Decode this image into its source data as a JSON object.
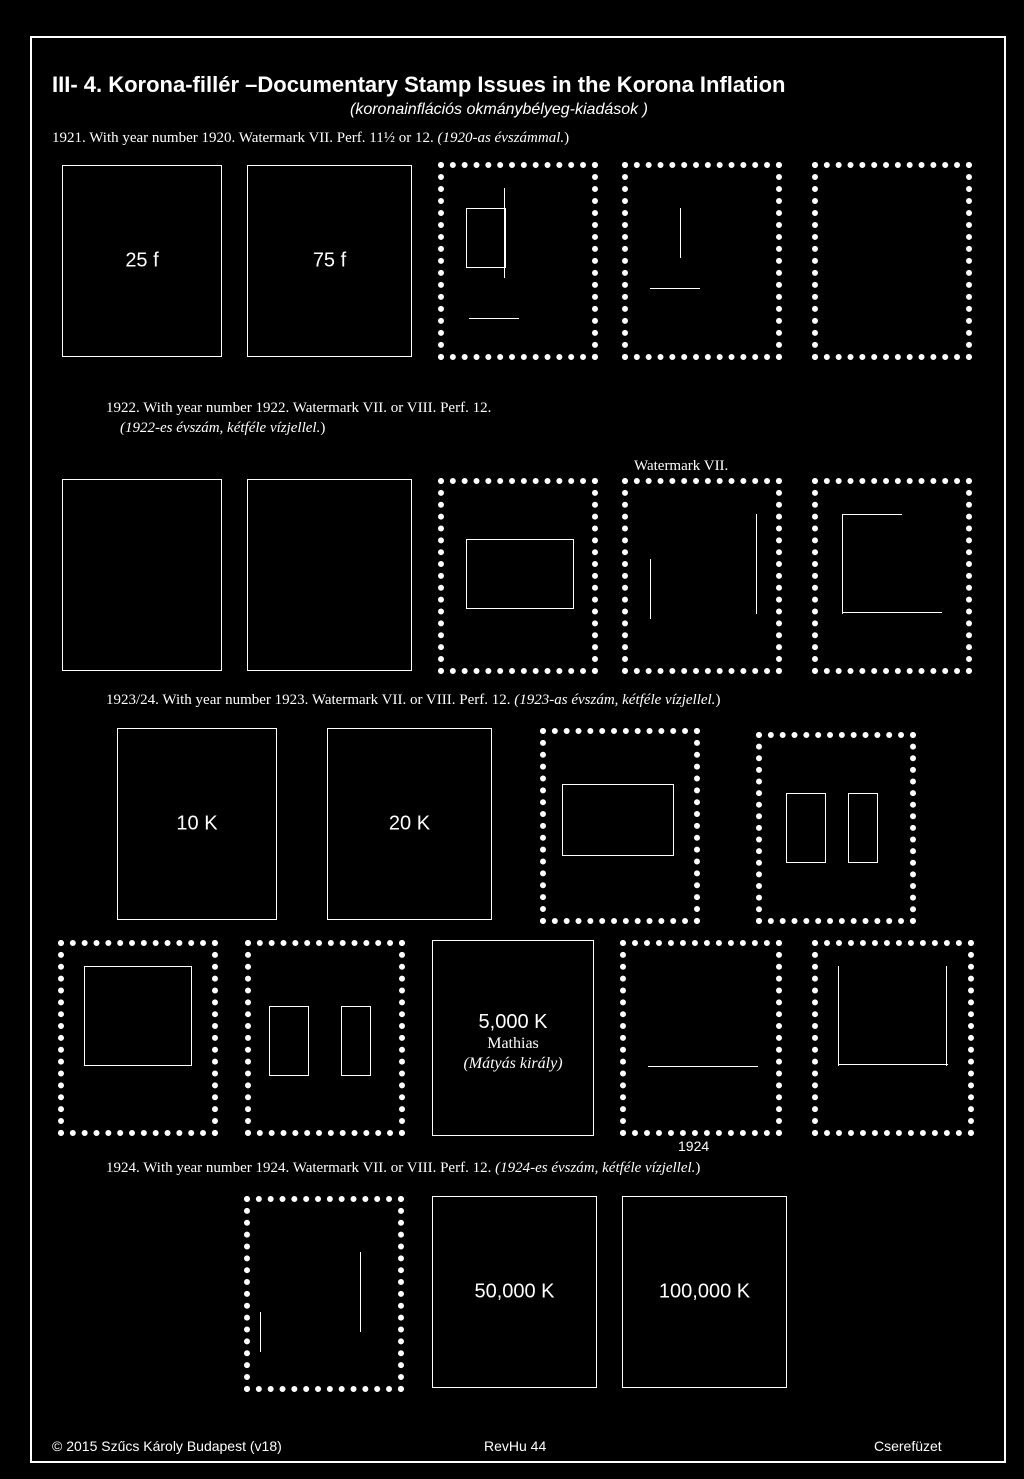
{
  "page": {
    "title": "III- 4.  Korona-fillér –Documentary Stamp Issues in the Korona Inflation",
    "subtitle": "(koronainflációs okmánybélyeg-kiadások )"
  },
  "sections": [
    {
      "text": "1921. With year number 1920. Watermark VII. Perf. 11½ or 12. ",
      "italic": "(1920-as évszámmal.",
      "close": ")",
      "stamps": [
        "25 f",
        "75 f"
      ]
    },
    {
      "text": "1922. With year number 1922. Watermark VII. or VIII. Perf. 12.",
      "italic": "(1922-es évszám, kétféle vízjellel.",
      "close": ")",
      "note": "Watermark VII."
    },
    {
      "text": "1923/24. With year number 1923. Watermark VII. or VIII. Perf. 12. ",
      "italic": "(1923-as évszám, kétféle vízjellel.",
      "close": ")",
      "stamps": [
        "10 K",
        "20 K"
      ]
    },
    {
      "feature_stamp": {
        "value": "5,000 K",
        "name": "Mathias",
        "name_hu": "(Mátyás király)"
      },
      "year_note": "1924"
    },
    {
      "text": "1924. With year number 1924. Watermark VII. or VIII. Perf. 12. ",
      "italic": "(1924-es évszám, kétféle vízjellel.",
      "close": ")",
      "stamps": [
        "50,000 K",
        "100,000 K"
      ]
    }
  ],
  "footer": {
    "copyright": "©  2015 Szűcs Károly Budapest (v18)",
    "center": "RevHu 44",
    "right": "Cserefüzet"
  }
}
